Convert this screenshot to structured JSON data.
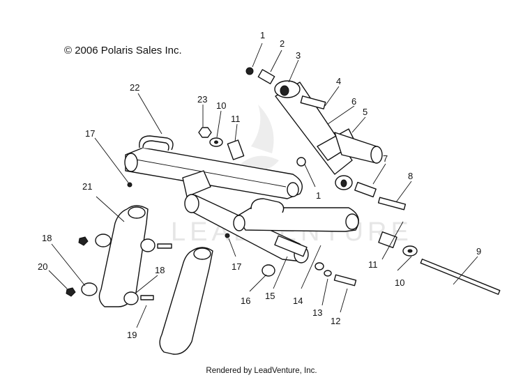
{
  "copyright": "© 2006 Polaris Sales Inc.",
  "watermark": "LEADVENTURE",
  "footer": "Rendered by LeadVenture, Inc.",
  "callouts": [
    "1",
    "2",
    "3",
    "4",
    "6",
    "5",
    "22",
    "23",
    "10",
    "11",
    "17",
    "7",
    "8",
    "1",
    "21",
    "11",
    "9",
    "18",
    "17",
    "10",
    "20",
    "18",
    "16",
    "15",
    "14",
    "13",
    "12",
    "19"
  ]
}
